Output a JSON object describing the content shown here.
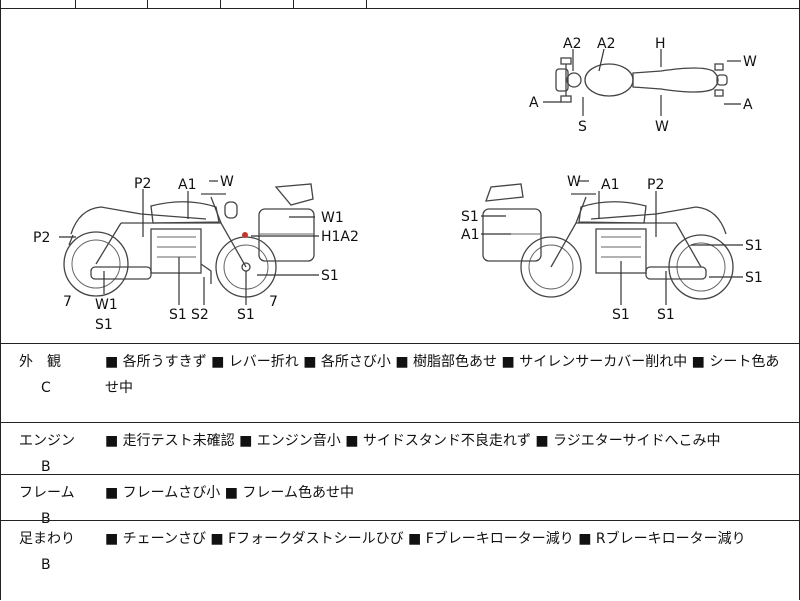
{
  "diagram": {
    "top_view_labels": [
      "A2",
      "A2",
      "H",
      "W",
      "A",
      "S",
      "W",
      "A"
    ],
    "left_view_labels": [
      "P2",
      "A1",
      "W",
      "W1",
      "P2",
      "H1A2",
      "S1",
      "7",
      "W1",
      "S1",
      "S1",
      "S2",
      "S1",
      "7"
    ],
    "right_view_labels": [
      "W",
      "A1",
      "P2",
      "S1",
      "A1",
      "S1",
      "S1",
      "S1",
      "S1"
    ]
  },
  "rows": [
    {
      "name": "外　観",
      "grade": "C",
      "items": "■ 各所うすきず ■ レバー折れ ■ 各所さび小 ■ 樹脂部色あせ ■ サイレンサーカバー削れ中 ■ シート色あせ中"
    },
    {
      "name": "エンジン",
      "grade": "B",
      "items": "■ 走行テスト未確認 ■ エンジン音小 ■ サイドスタンド不良走れず ■ ラジエターサイドへこみ中"
    },
    {
      "name": "フレーム",
      "grade": "B",
      "items": "■ フレームさび小 ■ フレーム色あせ中"
    },
    {
      "name": "足まわり",
      "grade": "B",
      "items": "■ チェーンさび ■ Fフォークダストシールひび ■ Fブレーキローター減り ■ Rブレーキローター減り"
    }
  ]
}
